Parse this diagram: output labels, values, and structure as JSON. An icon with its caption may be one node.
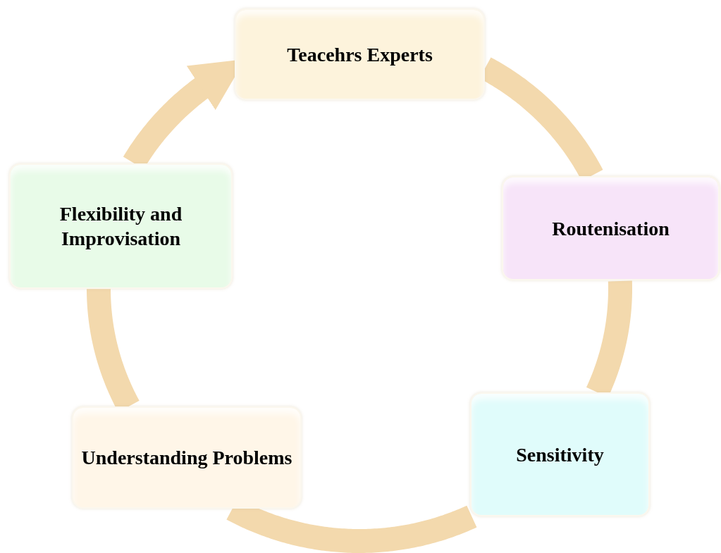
{
  "diagram": {
    "nodes": [
      {
        "text": [
          "Teacehrs Experts"
        ]
      },
      {
        "text": [
          "Routenisation"
        ]
      },
      {
        "text": [
          "Sensitivity"
        ]
      },
      {
        "text": [
          "Understanding Problems"
        ]
      },
      {
        "text": [
          "Flexibility and Improvisation"
        ]
      }
    ],
    "edges": [
      {
        "from": 0,
        "to": 1,
        "arrow": "none"
      },
      {
        "from": 1,
        "to": 2,
        "arrow": "none"
      },
      {
        "from": 2,
        "to": 3,
        "arrow": "none"
      },
      {
        "from": 3,
        "to": 4,
        "arrow": "none"
      },
      {
        "from": 4,
        "to": 0,
        "arrow": "to"
      }
    ]
  }
}
